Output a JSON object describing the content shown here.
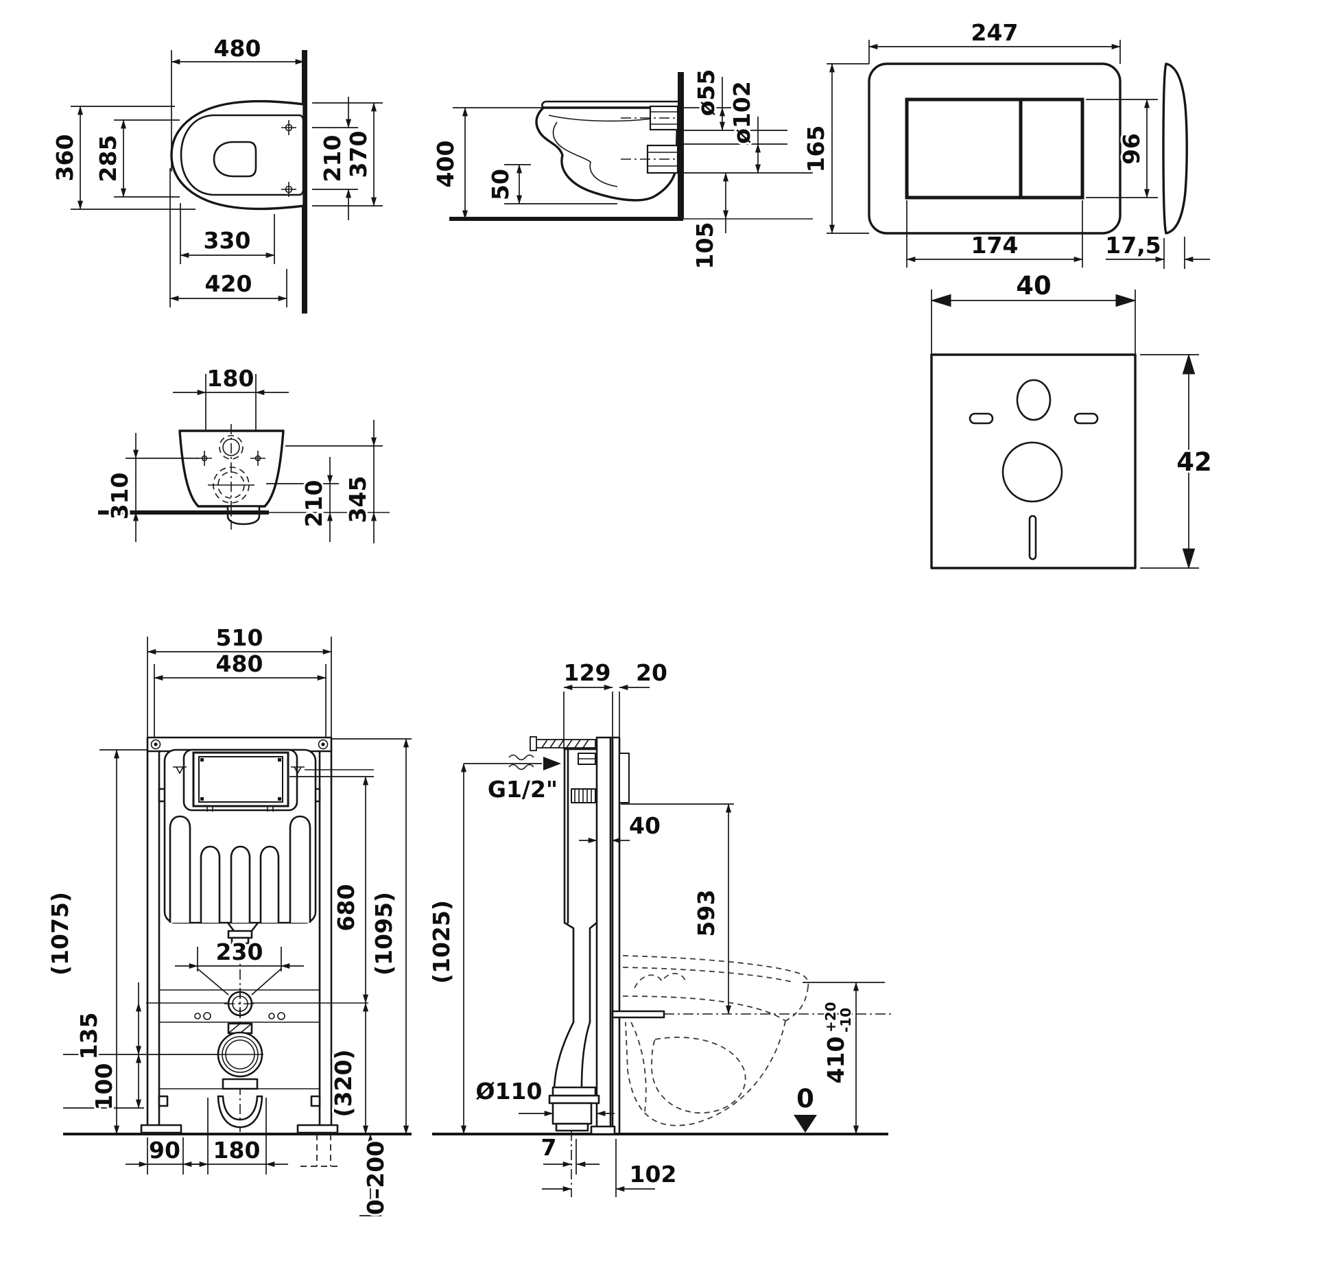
{
  "drawing": {
    "type": "technical-dimension-drawing",
    "subject": "wall-hung WC installation set: bowl, flush plate, sound insulation pad, concealed cistern frame",
    "views": {
      "toilet_top": {
        "overall_width": "480",
        "overall_depth": "360",
        "seat_width": "285",
        "seat_length": "330",
        "bowl_length": "420",
        "bolt_spacing": "210",
        "wall_depth": "370"
      },
      "toilet_side": {
        "height": "400",
        "rim_gap": "50",
        "inlet_dia": "ø55",
        "outlet_dia": "ø102",
        "outlet_height": "105"
      },
      "flush_plate": {
        "width": "247",
        "height": "165",
        "button_field_height": "96",
        "button_field_width": "174",
        "thickness": "17,5"
      },
      "sound_pad": {
        "width": "40",
        "height": "42"
      },
      "toilet_front": {
        "bolt_spacing": "180",
        "bolt_height": "310",
        "outlet_height": "210",
        "inlet_height": "345"
      },
      "frame_front": {
        "width": "510",
        "rail_spacing": "480",
        "total_height": "(1075)",
        "top_height": "(1095)",
        "actuator_height": "680",
        "pipe_spacing": "230",
        "axis_offset": "135",
        "outlet_axis": "100",
        "foot_width": "90",
        "drain_spacing": "180",
        "lower_zone": "(320)",
        "leg_range": "0–200"
      },
      "frame_side": {
        "depth": "129",
        "front_offset": "20",
        "water_connection": "G1/2\"",
        "profile_depth": "40",
        "bowl_fixing_height": "593",
        "inlet_height": "(1025)",
        "drain_dia": "Ø110",
        "drain_offset": "7",
        "drain_depth": "102",
        "seat_height": "410",
        "seat_tol_plus": "+20",
        "seat_tol_minus": "-10",
        "floor_level": "0"
      }
    }
  }
}
